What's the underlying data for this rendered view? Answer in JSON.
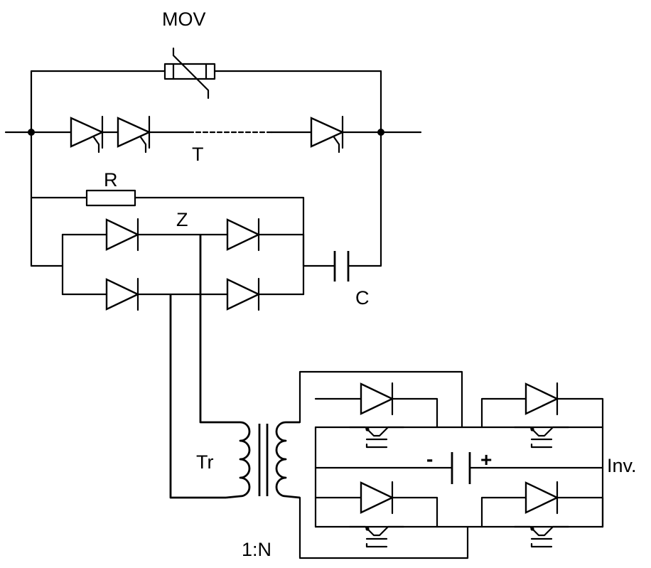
{
  "labels": {
    "mov": "MOV",
    "thyristor_string": "T",
    "resistor": "R",
    "bridge": "Z",
    "capacitor": "C",
    "transformer": "Tr",
    "ratio": "1:N",
    "inverter": "Inv.",
    "minus": "-",
    "plus": "+"
  },
  "colors": {
    "line": "#000000",
    "background": "#ffffff"
  }
}
